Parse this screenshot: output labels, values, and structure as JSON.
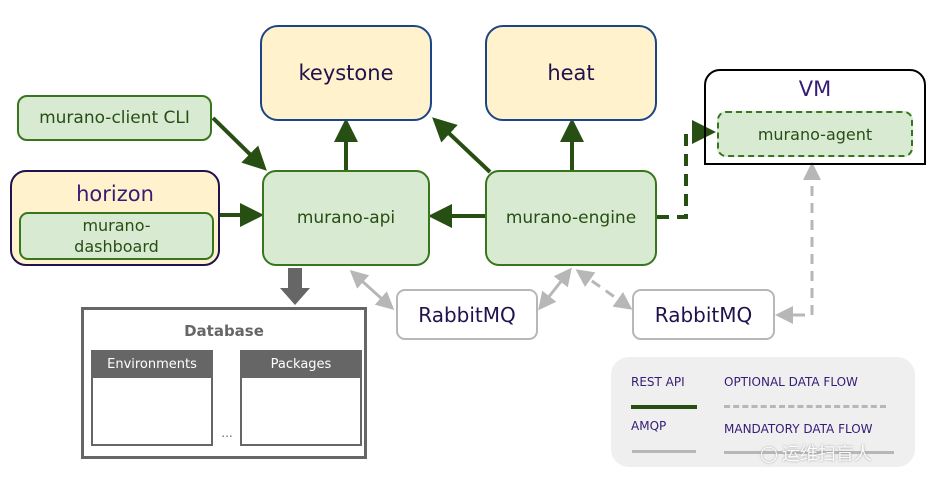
{
  "nodes": {
    "keystone": "keystone",
    "heat": "heat",
    "vm": "VM",
    "murano_agent": "murano-agent",
    "murano_client_cli": "murano-client CLI",
    "horizon": "horizon",
    "murano_dashboard": "murano-\ndashboard",
    "murano_api": "murano-api",
    "murano_engine": "murano-engine",
    "rabbitmq_1": "RabbitMQ",
    "rabbitmq_2": "RabbitMQ"
  },
  "database": {
    "title": "Database",
    "tables": [
      "Environments",
      "Packages"
    ],
    "ellipsis": "..."
  },
  "legend": {
    "rest_api": "REST API",
    "amqp": "AMQP",
    "optional": "OPTIONAL DATA FLOW",
    "mandatory": "MANDATORY DATA FLOW"
  },
  "watermark": "运维扫盲人",
  "colors": {
    "rest_green": "#274e13",
    "amqp_gray": "#b7b7b7",
    "text_purple": "#20124d"
  }
}
